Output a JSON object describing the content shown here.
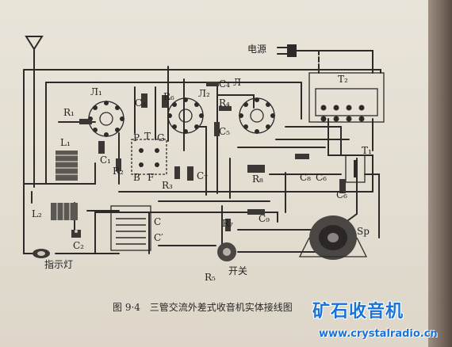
{
  "labels": {
    "power": "电源",
    "T2": "T₂",
    "T1": "T₁",
    "V1": "Л₁",
    "V2": "Л₂",
    "V3": "Л",
    "R1": "R₁",
    "R2": "R₂",
    "R3": "R₃",
    "R4": "R₄",
    "R5": "R₅",
    "R6": "R₆",
    "R7": "R₇",
    "R8": "R₈",
    "C1": "C₁",
    "C2": "C₂",
    "C3": "C₃",
    "C4": "C₄",
    "C5": "C₅",
    "C6": "C₆",
    "C6b": "C₆",
    "C7": "C₇",
    "C8": "C₈",
    "C9": "C₉",
    "C": "C",
    "Cp": "C′",
    "L1": "L₁",
    "L2": "L₂",
    "IF_P": "P",
    "IF_T": "T",
    "IF_G": "G",
    "IF_B": "B",
    "IF_F": "F",
    "indicator": "指示灯",
    "switch": "开关",
    "speaker": "Sp"
  },
  "caption": {
    "figure_number": "图 9·4",
    "title": "三管交流外差式收音机实体接线图"
  },
  "watermark": {
    "name": "矿石收音机",
    "url": "www.crystalradio.cn"
  }
}
